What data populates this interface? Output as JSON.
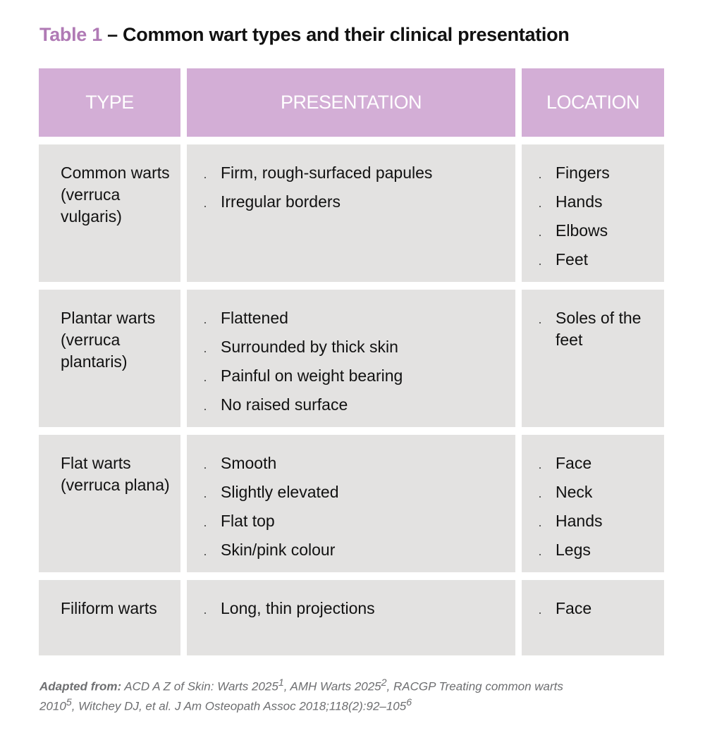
{
  "title": {
    "number": "Table 1",
    "text": " – Common wart types and their clinical presentation"
  },
  "headers": [
    "TYPE",
    "PRESENTATION",
    "LOCATION"
  ],
  "rows": [
    {
      "type": "Common warts (verruca vulgaris)",
      "presentation": [
        "Firm, rough-surfaced papules",
        "Irregular borders"
      ],
      "location": [
        "Fingers",
        "Hands",
        "Elbows",
        "Feet"
      ]
    },
    {
      "type": "Plantar warts (verruca plantaris)",
      "presentation": [
        "Flattened",
        "Surrounded by thick skin",
        "Painful on weight bearing",
        "No raised surface"
      ],
      "location": [
        "Soles of the feet"
      ]
    },
    {
      "type": "Flat warts (verruca plana)",
      "presentation": [
        "Smooth",
        "Slightly elevated",
        "Flat top",
        "Skin/pink colour"
      ],
      "location": [
        "Face",
        "Neck",
        "Hands",
        "Legs"
      ]
    },
    {
      "type": "Filiform warts",
      "presentation": [
        "Long, thin projections"
      ],
      "location": [
        "Face"
      ]
    }
  ],
  "footnote": {
    "label": "Adapted from:",
    "parts": [
      " ACD A Z of Skin: Warts 2025",
      "1",
      ", AMH Warts 2025",
      "2",
      ", RACGP Treating common warts 2010",
      "5",
      ", Witchey DJ, et al. J Am Osteopath Assoc 2018;118(2):92–105",
      "6"
    ]
  },
  "colors": {
    "accent": "#b07ab5",
    "header_bg": "#d3aed6",
    "cell_bg": "#e3e2e1"
  }
}
